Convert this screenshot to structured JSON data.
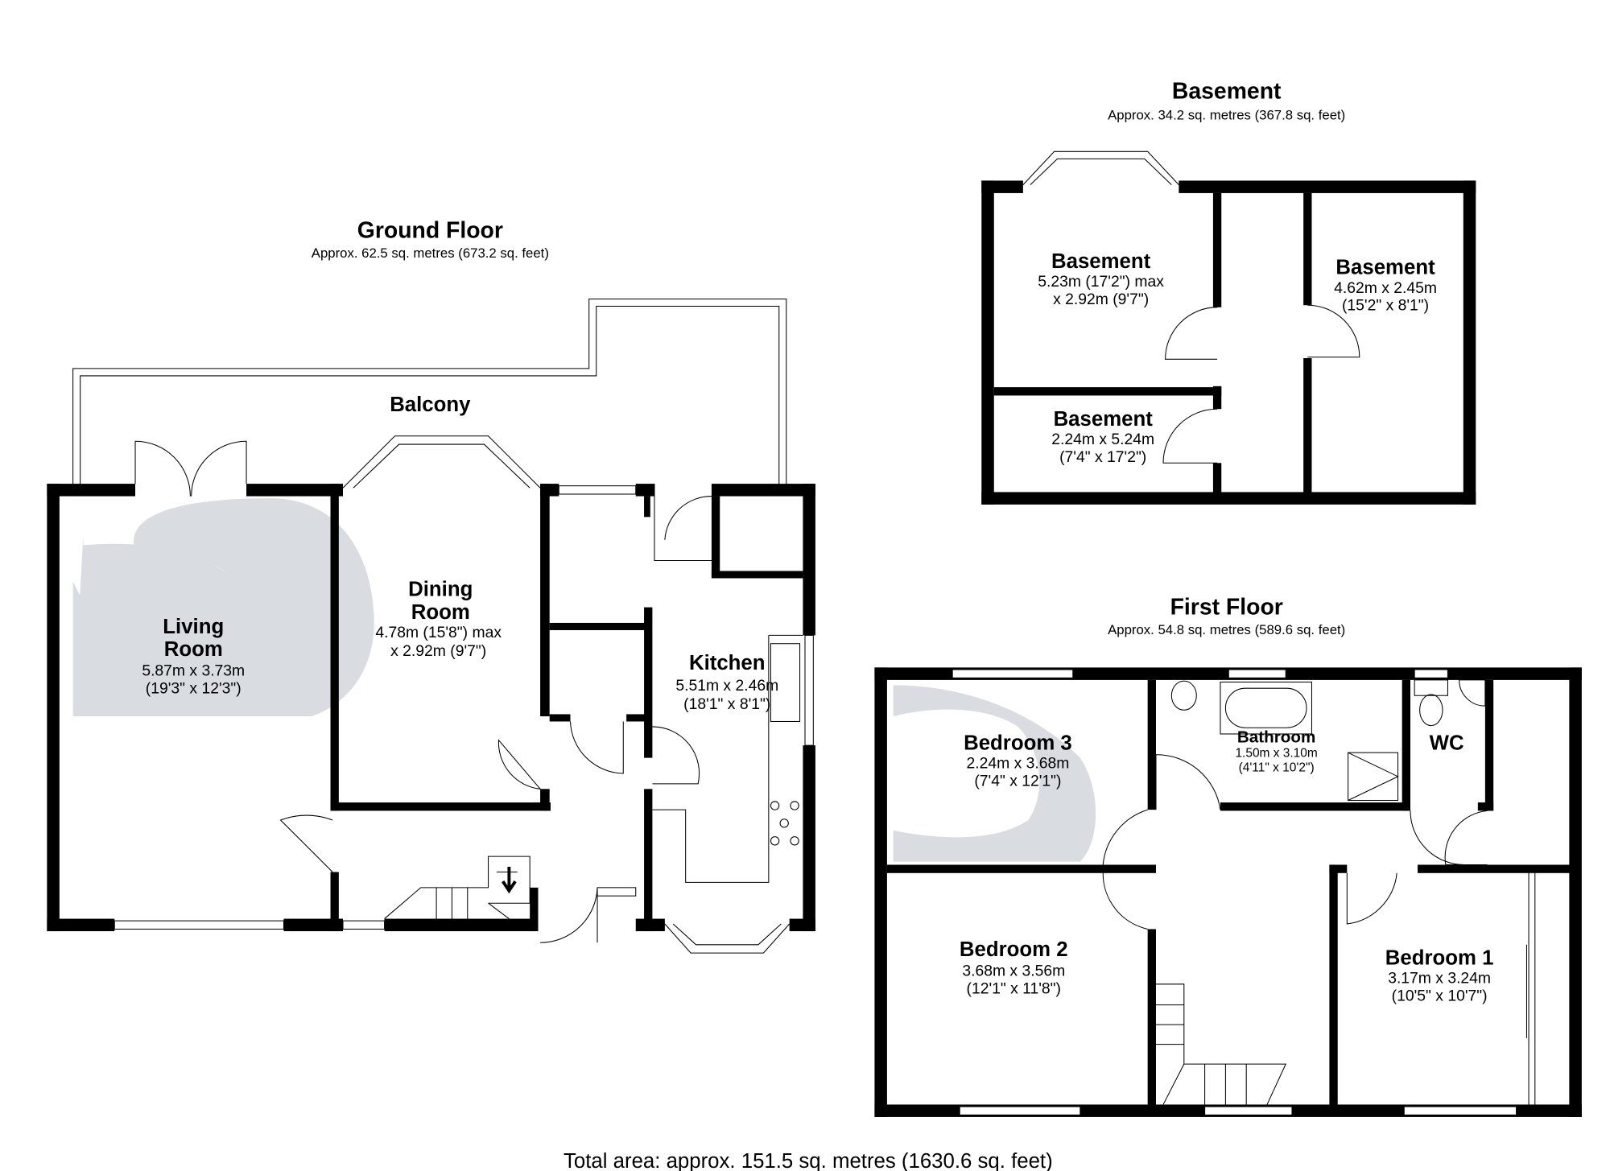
{
  "floors": {
    "ground": {
      "title": "Ground Floor",
      "area": "Approx. 62.5 sq. metres (673.2 sq. feet)",
      "balcony": "Balcony",
      "rooms": [
        {
          "name1": "Living",
          "name2": "Room",
          "dim1": "5.87m x 3.73m",
          "dim2": "(19'3\" x 12'3\")"
        },
        {
          "name1": "Dining",
          "name2": "Room",
          "dim1": "4.78m (15'8\") max",
          "dim2": "x 2.92m (9'7\")"
        },
        {
          "name1": "Kitchen",
          "dim1": "5.51m x 2.46m",
          "dim2": "(18'1\" x 8'1\")"
        }
      ]
    },
    "basement": {
      "title": "Basement",
      "area": "Approx. 34.2 sq. metres (367.8 sq. feet)",
      "rooms": [
        {
          "name": "Basement",
          "dim1": "5.23m (17'2\") max",
          "dim2": "x 2.92m (9'7\")"
        },
        {
          "name": "Basement",
          "dim1": "4.62m x 2.45m",
          "dim2": "(15'2\" x 8'1\")"
        },
        {
          "name": "Basement",
          "dim1": "2.24m x 5.24m",
          "dim2": "(7'4\" x 17'2\")"
        }
      ]
    },
    "first": {
      "title": "First Floor",
      "area": "Approx. 54.8 sq. metres (589.6 sq. feet)",
      "rooms": [
        {
          "name": "Bedroom 3",
          "dim1": "2.24m x 3.68m",
          "dim2": "(7'4\" x 12'1\")"
        },
        {
          "name": "Bathroom",
          "dim1": "1.50m x 3.10m",
          "dim2": "(4'11\" x 10'2\")"
        },
        {
          "name": "WC"
        },
        {
          "name": "Bedroom 2",
          "dim1": "3.68m x 3.56m",
          "dim2": "(12'1\" x 11'8\")"
        },
        {
          "name": "Bedroom 1",
          "dim1": "3.17m x 3.24m",
          "dim2": "(10'5\" x 10'7\")"
        }
      ]
    }
  },
  "total": "Total area: approx. 151.5 sq. metres (1630.6 sq. feet)",
  "colors": {
    "walls": "#000000",
    "watermark": "#d5d8dd"
  }
}
